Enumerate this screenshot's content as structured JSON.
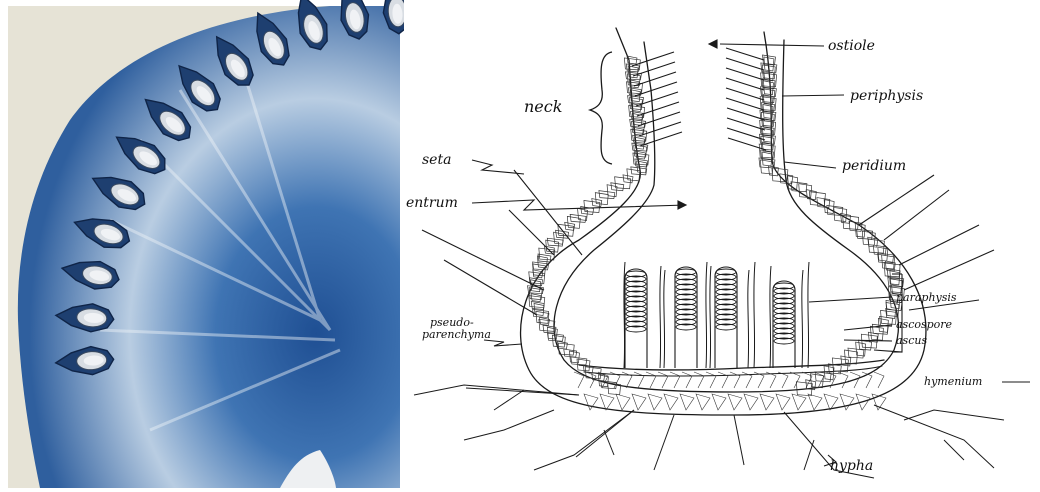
{
  "micrograph": {
    "colors": {
      "background": "#e8e4d8",
      "stain": "#2f5f9e",
      "stain_dark": "#1e3f70",
      "pale": "#c9d7e6"
    }
  },
  "diagram": {
    "labels": {
      "ostiole": "ostiole",
      "neck": "neck",
      "periphysis": "periphysis",
      "seta": "seta",
      "peridium": "peridium",
      "centrum": "entrum",
      "paraphysis": "paraphysis",
      "pseudo_1": "pseudo-",
      "pseudo_2": "parenchyma",
      "ascospore": "ascospore",
      "ascus": "ascus",
      "hymenium": "hymenium",
      "hypha": "hypha"
    }
  }
}
